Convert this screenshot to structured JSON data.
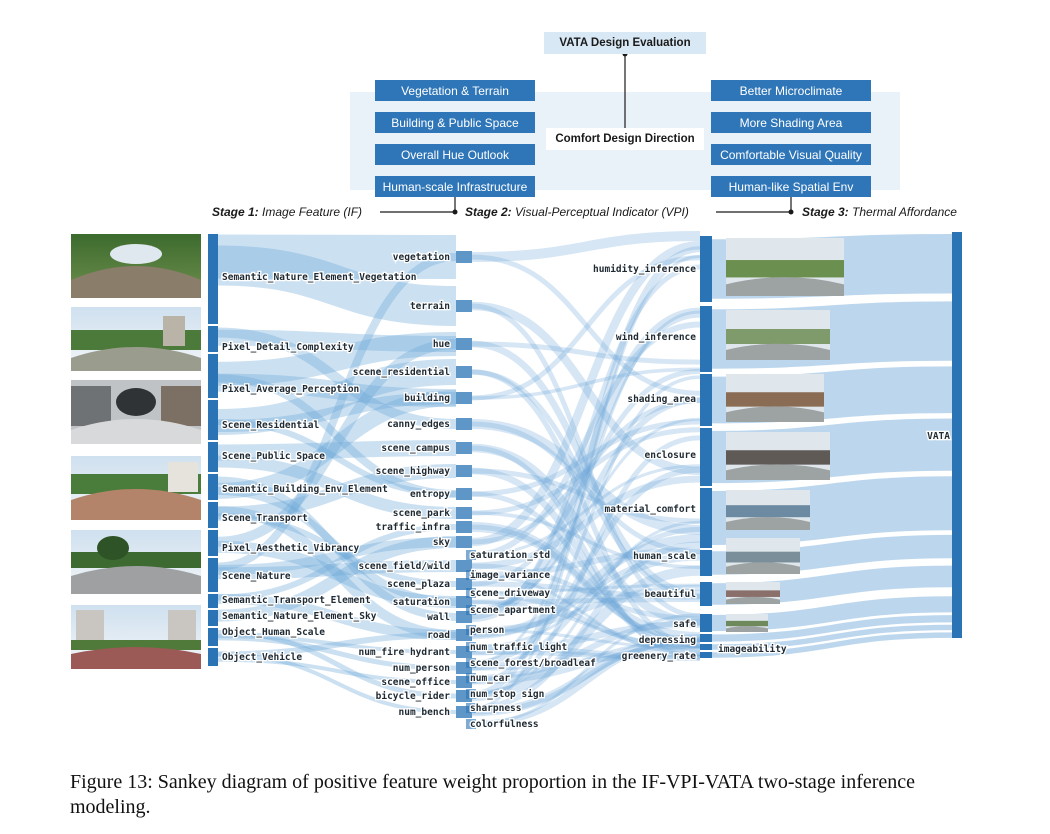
{
  "header": {
    "evaluation_label": "VATA Design Evaluation",
    "comfort_label": "Comfort Design Direction",
    "left_boxes": [
      "Vegetation & Terrain",
      "Building & Public Space",
      "Overall Hue Outlook",
      "Human-scale Infrastructure"
    ],
    "right_boxes": [
      "Better Microclimate",
      "More Shading Area",
      "Comfortable Visual Quality",
      "Human-like Spatial Env"
    ],
    "stage1_bold": "Stage 1:",
    "stage1_text": " Image Feature (IF)",
    "stage2_bold": "Stage 2:",
    "stage2_text": " Visual-Perceptual Indicator (VPI)",
    "stage3_bold": "Stage 3:",
    "stage3_text": " Thermal Affordance"
  },
  "if_nodes": [
    "Semantic_Nature_Element_Vegetation",
    "Pixel_Detail_Complexity",
    "Pixel_Average_Perception",
    "Scene_Residential",
    "Scene_Public_Space",
    "Semantic_Building_Env_Element",
    "Scene_Transport",
    "Pixel_Aesthetic_Vibrancy",
    "Scene_Nature",
    "Semantic_Transport_Element",
    "Semantic_Nature_Element_Sky",
    "Object_Human_Scale",
    "Object_Vehicle"
  ],
  "feature_left": [
    "vegetation",
    "terrain",
    "hue",
    "scene_residential",
    "building",
    "canny_edges",
    "scene_campus",
    "scene_highway",
    "entropy",
    "scene_park",
    "traffic_infra",
    "sky",
    "scene_field/wild",
    "scene_plaza",
    "saturation",
    "wall",
    "road",
    "num_fire hydrant",
    "num_person",
    "scene_office",
    "bicycle_rider",
    "num_bench"
  ],
  "feature_right": [
    "saturation_std",
    "image_variance",
    "scene_driveway",
    "scene_apartment",
    "person",
    "num_traffic light",
    "scene_forest/broadleaf",
    "num_car",
    "num_stop sign",
    "sharpness",
    "colorfulness"
  ],
  "vpi_nodes": [
    "humidity_inference",
    "wind_inference",
    "shading_area",
    "enclosure",
    "material_comfort",
    "human_scale",
    "beautiful",
    "safe",
    "depressing",
    "greenery_rate",
    "imageability"
  ],
  "vata_label": "VATA",
  "caption": "Figure 13: Sankey diagram of positive feature weight proportion in the IF-VPI-VATA two-stage inference modeling.",
  "colors": {
    "box": "#2f76b8",
    "panel": "#eaf2f9",
    "flow": "#6aa6d6",
    "node": "#2a73b5"
  }
}
